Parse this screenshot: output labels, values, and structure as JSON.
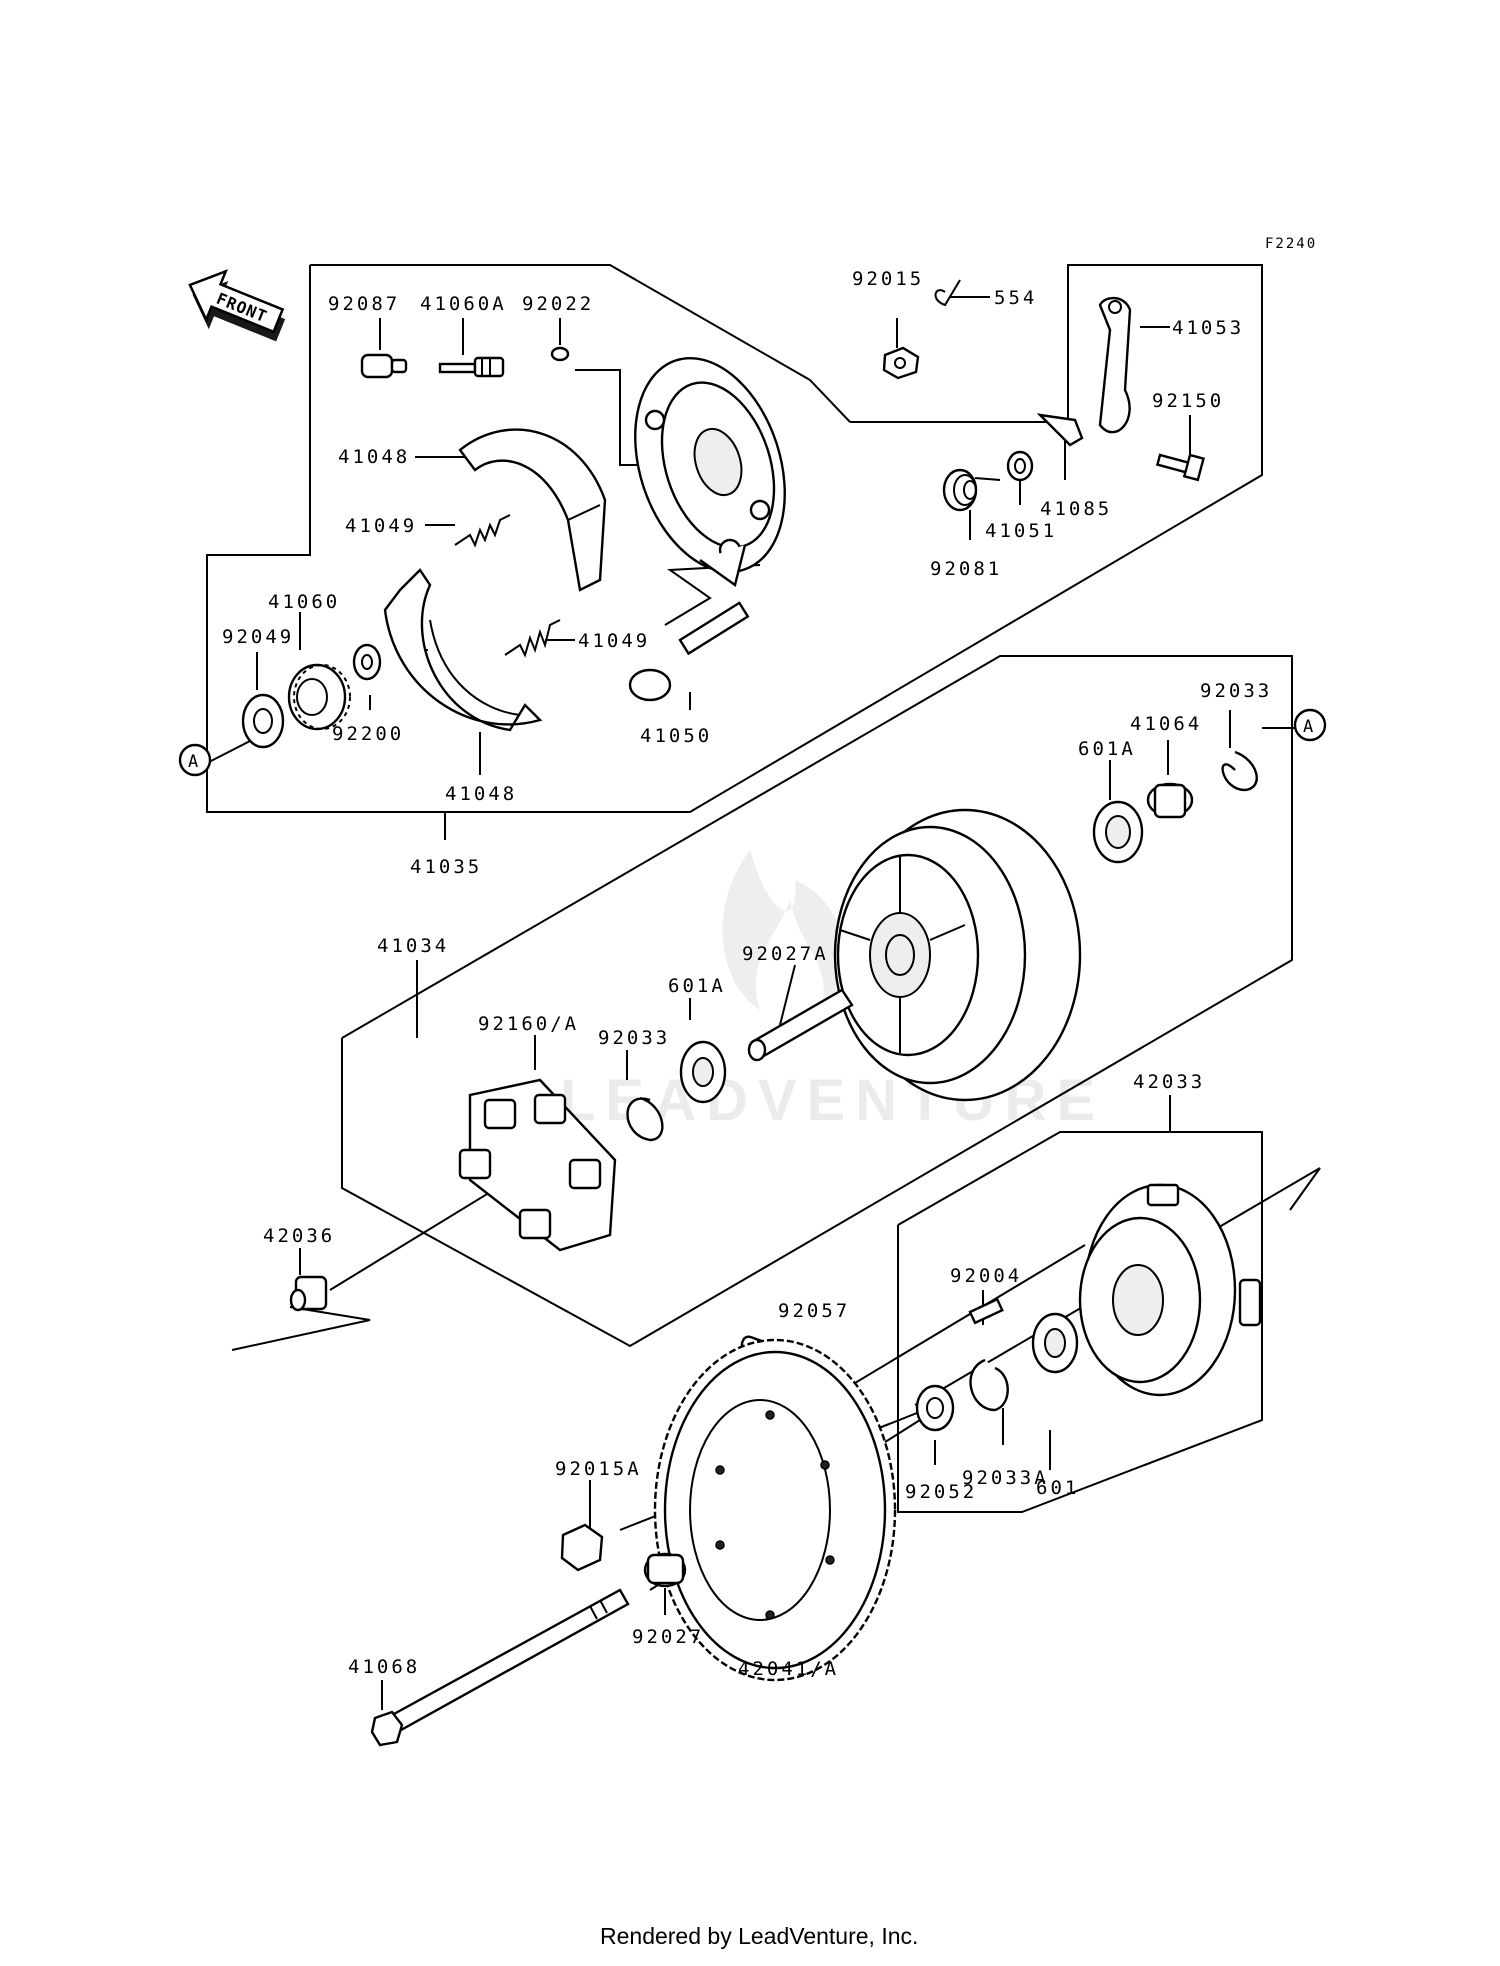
{
  "diagram": {
    "code": "F2240",
    "front_label": "FRONT",
    "ref_marker": "A",
    "watermark": "LEADVENTURE",
    "footer": "Rendered by LeadVenture, Inc."
  },
  "parts": {
    "p92087": "92087",
    "p41060A": "41060A",
    "p92022": "92022",
    "p92015": "92015",
    "p554": "554",
    "p41053": "41053",
    "p92150": "92150",
    "p41085": "41085",
    "p41051": "41051",
    "p92081": "92081",
    "p41048a": "41048",
    "p41049a": "41049",
    "p41049b": "41049",
    "p41060": "41060",
    "p92049": "92049",
    "p92200": "92200",
    "p41048b": "41048",
    "p41050": "41050",
    "p41035": "41035",
    "p92033a": "92033",
    "p41064": "41064",
    "p601Aa": "601A",
    "p41034": "41034",
    "p92027A": "92027A",
    "p601Ab": "601A",
    "p92033b": "92033",
    "p92160A": "92160/A",
    "p42033": "42033",
    "p42036": "42036",
    "p92004": "92004",
    "p92057": "92057",
    "p601": "601",
    "p92033A": "92033A",
    "p92052": "92052",
    "p92015A": "92015A",
    "p92027": "92027",
    "p42041A": "42041/A",
    "p41068": "41068"
  }
}
